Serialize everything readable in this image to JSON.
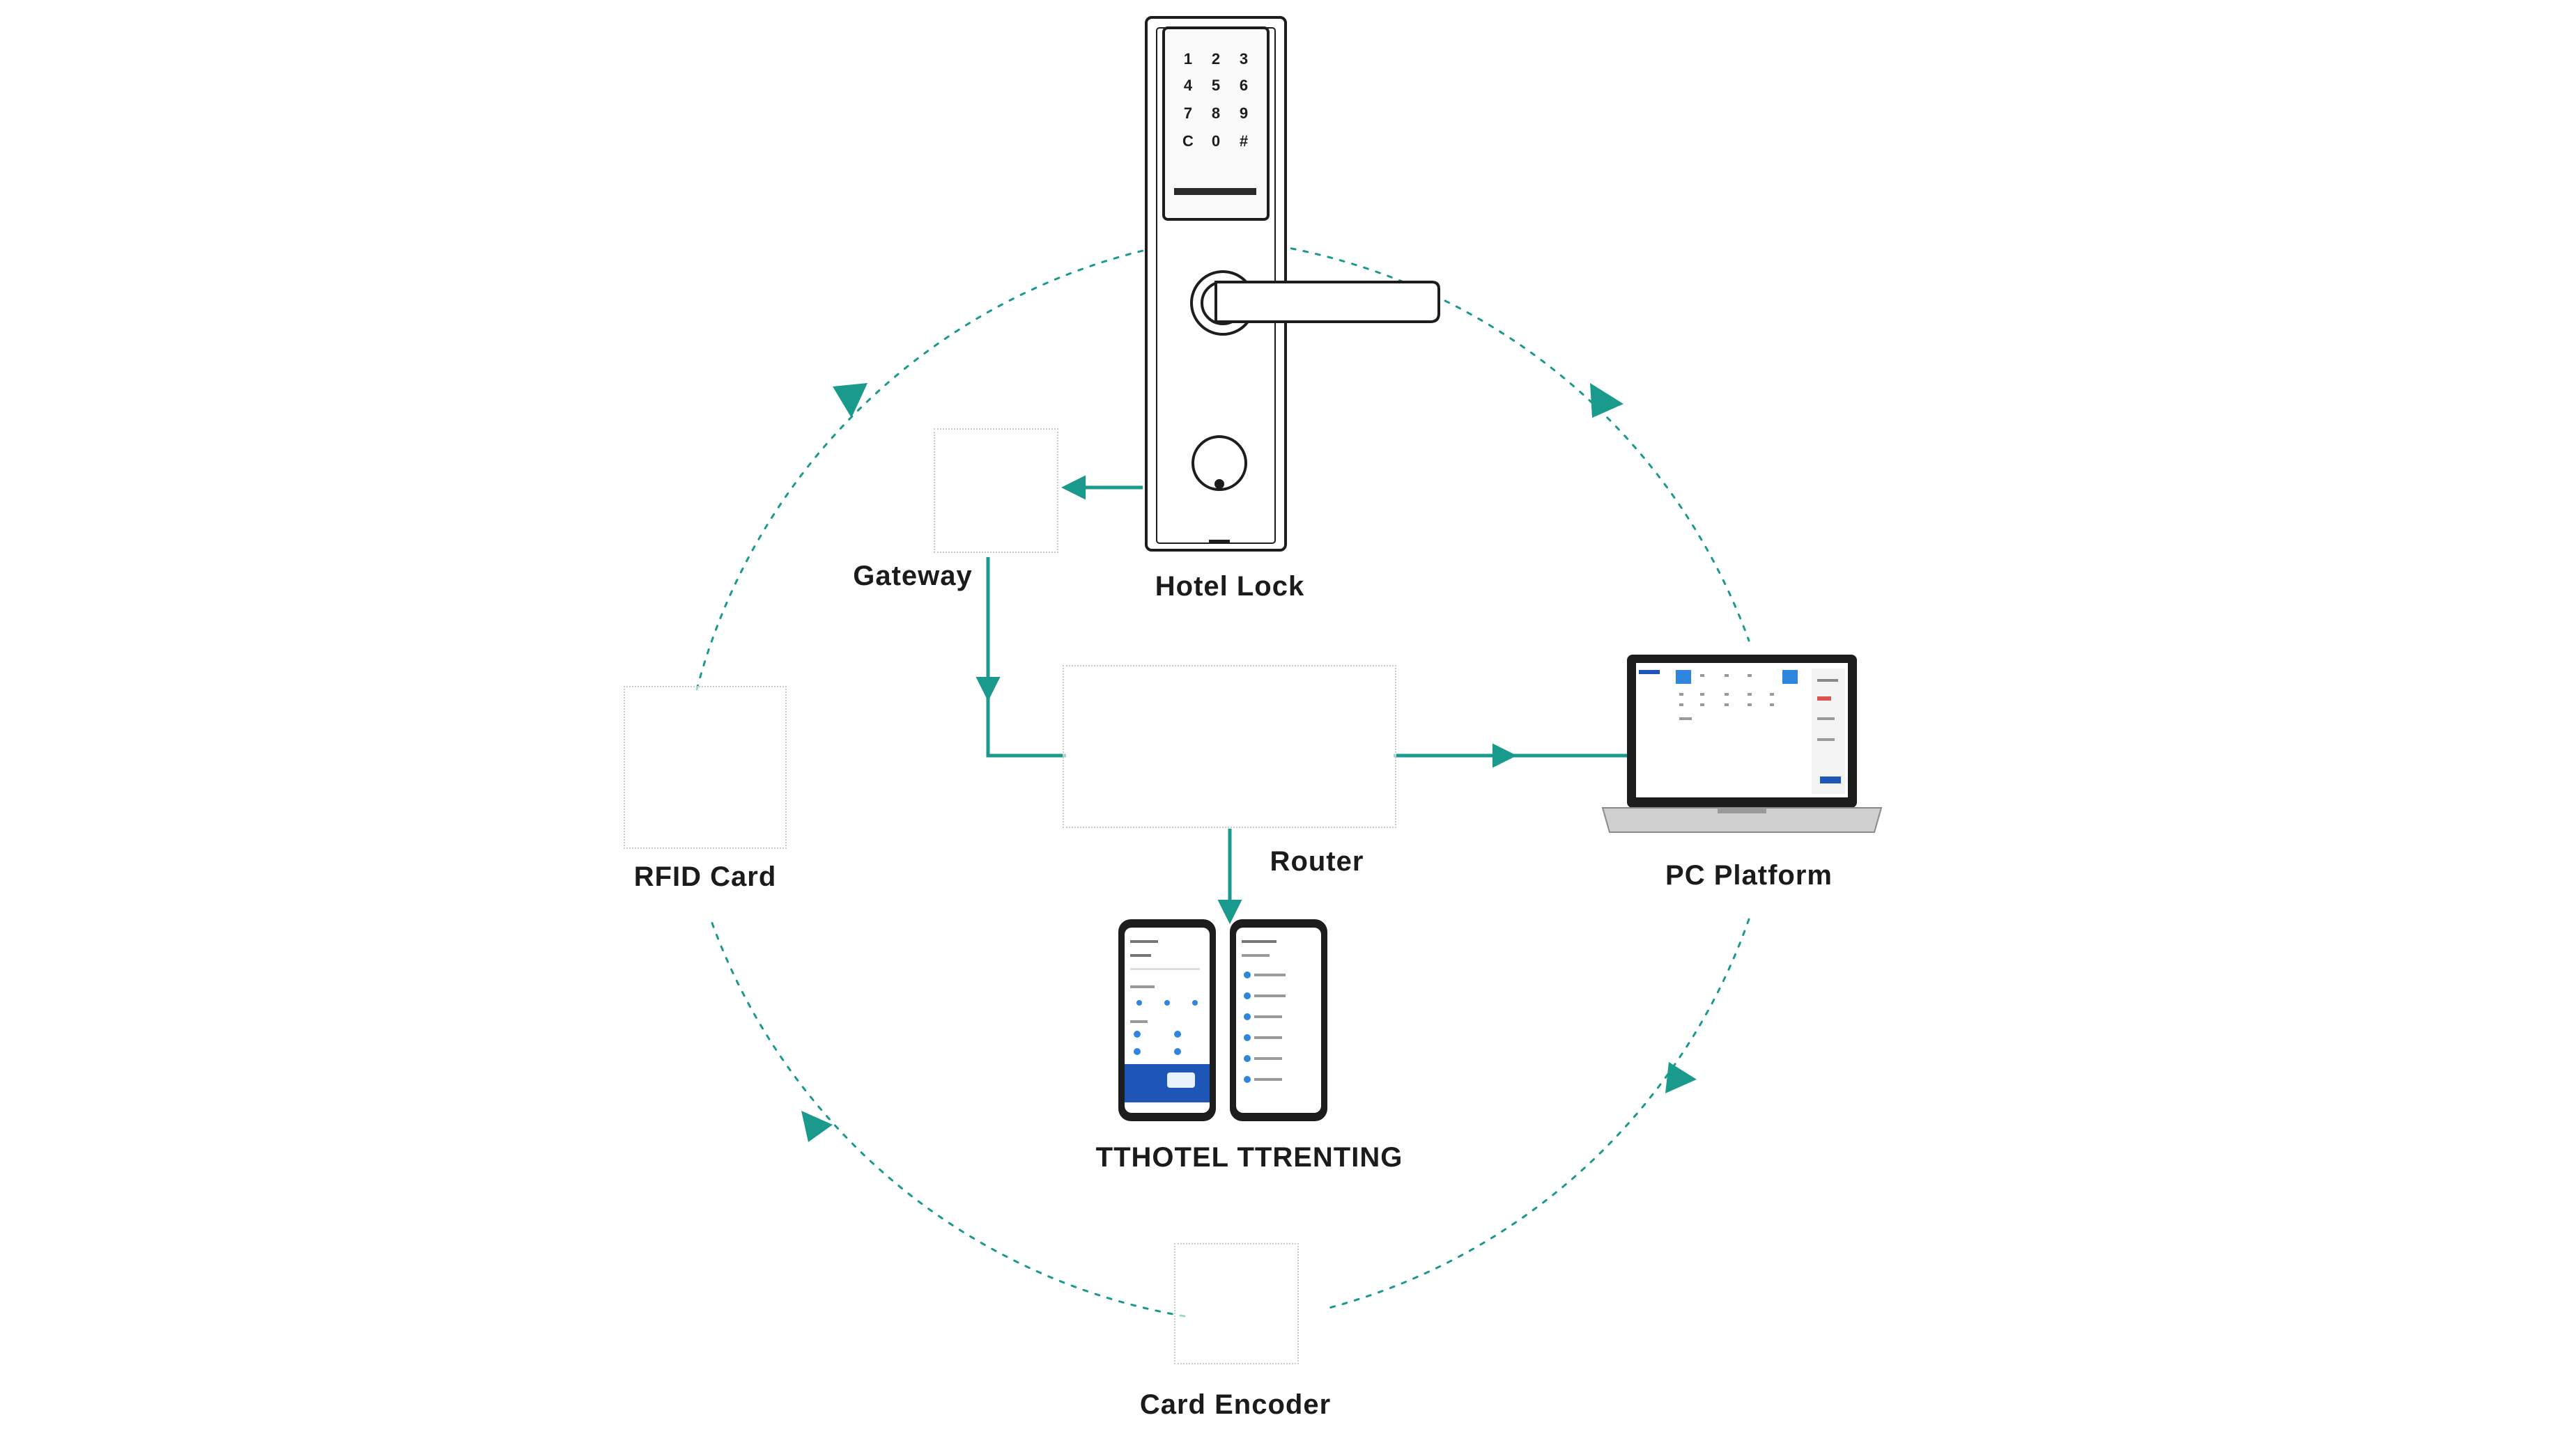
{
  "labels": {
    "hotel_lock": "Hotel Lock",
    "gateway": "Gateway",
    "router": "Router",
    "pc_platform": "PC Platform",
    "rfid_card": "RFID Card",
    "app": "TTHOTEL TTRENTING",
    "card_encoder": "Card Encoder"
  },
  "keypad_keys": [
    "1",
    "2",
    "3",
    "4",
    "5",
    "6",
    "7",
    "8",
    "9",
    "C",
    "0",
    "#"
  ],
  "colors": {
    "teal": "#1a9a8c",
    "text": "#1b1b1b",
    "device_outline": "#1d1d1d",
    "app_blue": "#1e56b8",
    "placeholder_border": "#c9c9c9"
  },
  "icons": {
    "lock": "smart-door-lock-icon",
    "laptop": "laptop-icon",
    "phones": "smartphone-icon"
  }
}
